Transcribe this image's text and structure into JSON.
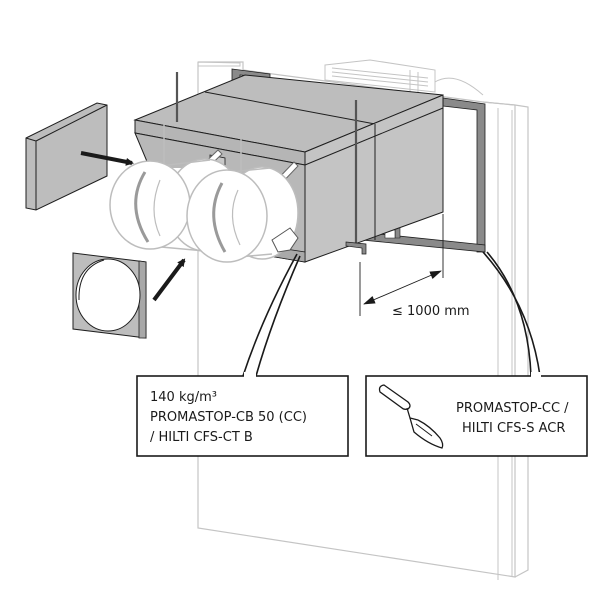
{
  "diagram": {
    "title": "Duct penetration installation with fire damper sleeves",
    "colors": {
      "insulation_fill": "#bdbdbd",
      "insulation_side": "#c8c8c8",
      "frame_fill": "#8a8a8a",
      "wall_stroke": "#c4c4c4",
      "line": "#1f1f1f",
      "arrow": "#1a1a1a"
    },
    "dimension": {
      "label": "≤ 1000 mm"
    },
    "callouts": [
      {
        "id": "board-material",
        "lines": [
          "140 kg/m³",
          "PROMASTOP-CB 50 (CC)",
          "/ HILTI CFS-CT B"
        ]
      },
      {
        "id": "sealant-material",
        "icon": "trowel-icon",
        "lines": [
          "PROMASTOP-CC /",
          "HILTI CFS-S ACR"
        ]
      }
    ],
    "components": [
      {
        "name": "wall",
        "description": "Wall opening"
      },
      {
        "name": "steel-frame",
        "description": "Steel frame around opening"
      },
      {
        "name": "insulation-box",
        "description": "Board enclosure"
      },
      {
        "name": "duct-sleeve-left",
        "description": "Circular duct sleeve"
      },
      {
        "name": "duct-sleeve-right",
        "description": "Circular duct sleeve"
      },
      {
        "name": "end-panel",
        "description": "Solid end board"
      },
      {
        "name": "ring-panel",
        "description": "Board with circular cutout"
      },
      {
        "name": "hanger-rods",
        "description": "Threaded hanger rods"
      }
    ]
  }
}
